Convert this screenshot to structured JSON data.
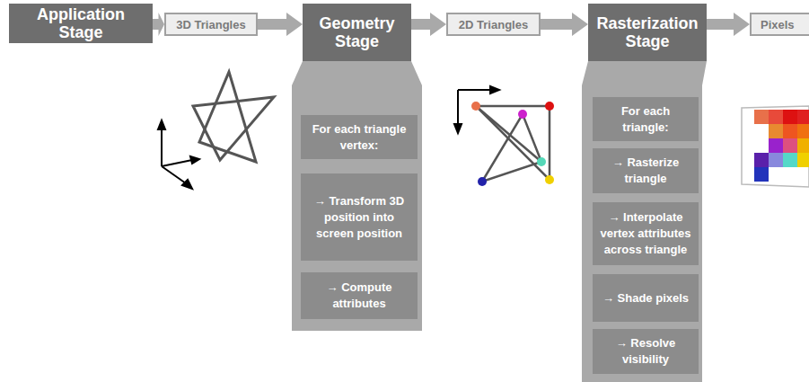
{
  "diagram": {
    "nodes": [
      {
        "text": [
          "Application Stage"
        ]
      },
      {
        "text": [
          "3D Triangles"
        ]
      },
      {
        "text": [
          "Geometry Stage"
        ]
      },
      {
        "text": [
          "2D Triangles"
        ]
      },
      {
        "text": [
          "Rasterization Stage"
        ]
      },
      {
        "text": [
          "Pixels"
        ]
      },
      {
        "text": [
          "For each triangle vertex:"
        ]
      },
      {
        "text": [
          "→ Transform 3D position into screen position"
        ]
      },
      {
        "text": [
          "→ Compute attributes"
        ]
      },
      {
        "text": [
          "For each triangle:"
        ]
      },
      {
        "text": [
          "→ Rasterize triangle"
        ]
      },
      {
        "text": [
          "→ Interpolate vertex attributes across triangle"
        ]
      },
      {
        "text": [
          "→ Shade pixels"
        ]
      },
      {
        "text": [
          "→ Resolve visibility"
        ]
      }
    ],
    "edges": [
      {
        "from": 0,
        "to": 1,
        "arrow": "to"
      },
      {
        "from": 1,
        "to": 2,
        "arrow": "to"
      },
      {
        "from": 2,
        "to": 3,
        "arrow": "to"
      },
      {
        "from": 3,
        "to": 4,
        "arrow": "to"
      },
      {
        "from": 4,
        "to": 5,
        "arrow": "to"
      }
    ]
  }
}
